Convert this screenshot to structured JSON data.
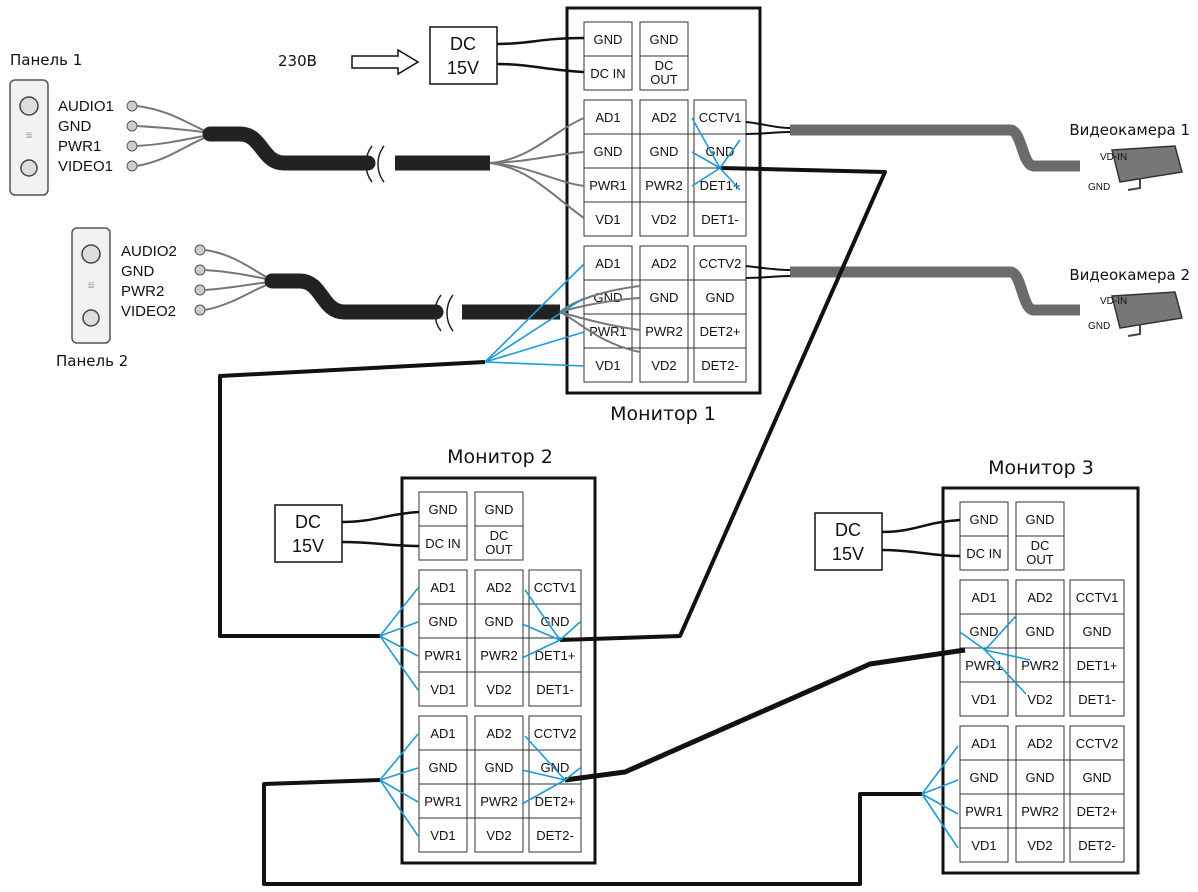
{
  "mains_label": "230В",
  "psu": {
    "line1": "DC",
    "line2": "15V"
  },
  "monitor_block_cells": {
    "power": [
      "GND",
      "GND",
      "DC IN",
      "DC",
      "OUT"
    ],
    "channel1": [
      "AD1",
      "AD2",
      "CCTV1",
      "GND",
      "GND",
      "GND",
      "PWR1",
      "PWR2",
      "DET1+",
      "VD1",
      "VD2",
      "DET1-"
    ],
    "channel2": [
      "AD1",
      "AD2",
      "CCTV2",
      "GND",
      "GND",
      "GND",
      "PWR1",
      "PWR2",
      "DET2+",
      "VD1",
      "VD2",
      "DET2-"
    ]
  },
  "monitors": [
    {
      "title": "Монитор 1"
    },
    {
      "title": "Монитор 2"
    },
    {
      "title": "Монитор 3"
    }
  ],
  "panels": [
    {
      "label": "Панель 1",
      "terminals": [
        "AUDIO1",
        "GND",
        "PWR1",
        "VIDEO1"
      ]
    },
    {
      "label": "Панель 2",
      "terminals": [
        "AUDIO2",
        "GND",
        "PWR2",
        "VIDEO2"
      ]
    }
  ],
  "cameras": [
    {
      "label": "Видеокамера 1",
      "vd_in": "VD-IN",
      "gnd": "GND"
    },
    {
      "label": "Видеокамера 2",
      "vd_in": "VD-IN",
      "gnd": "GND"
    }
  ],
  "colors": {
    "line": "#111111",
    "wire_blue": "#1e9ad6",
    "camera_cable": "#6b6b6b",
    "panel_body": "#f2f2f2"
  }
}
